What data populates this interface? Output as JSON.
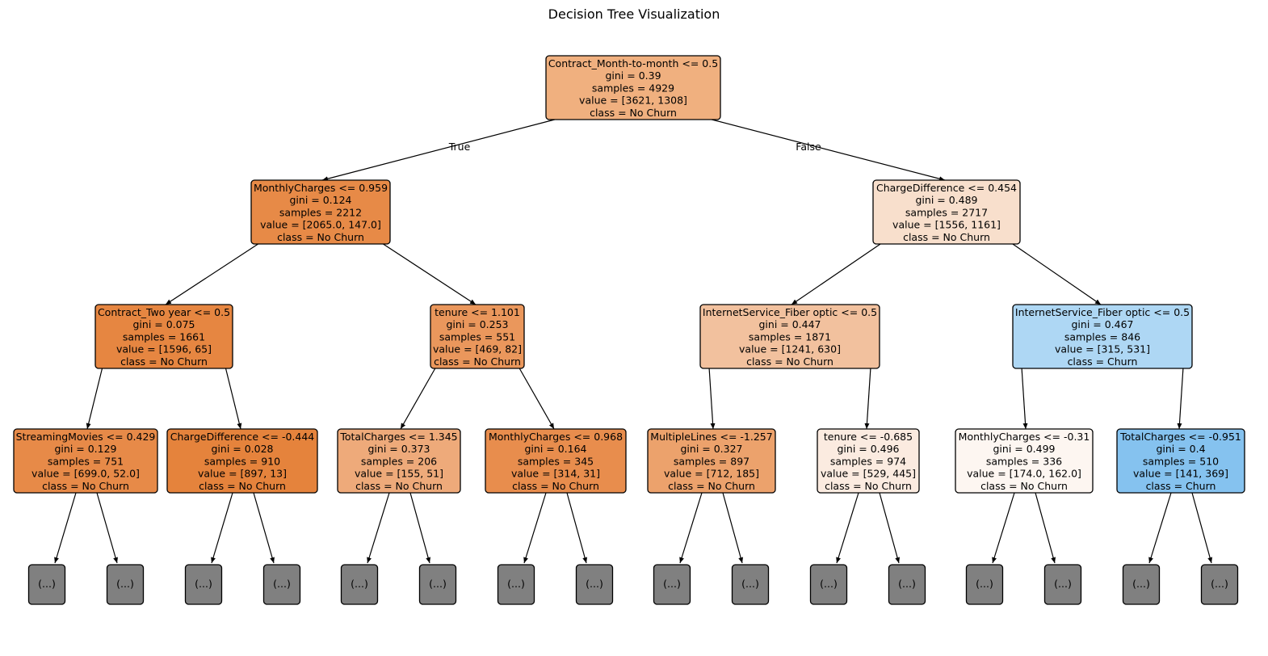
{
  "title": "Decision Tree Visualization",
  "colors": {
    "edge": "#000000",
    "truncated": "#808080",
    "no_churn_strong": "#e58139",
    "churn_strong": "#399de5"
  },
  "edge_labels": {
    "left": "True",
    "right": "False"
  },
  "truncated_label": "(...)",
  "nodes": [
    {
      "id": "n0",
      "lines": [
        "Contract_Month-to-month <= 0.5",
        "gini = 0.39",
        "samples = 4929",
        "value = [3621, 1308]",
        "class = No Churn"
      ],
      "fill": "#f0b07f"
    },
    {
      "id": "n1",
      "lines": [
        "MonthlyCharges <= 0.959",
        "gini = 0.124",
        "samples = 2212",
        "value = [2065.0, 147.0]",
        "class = No Churn"
      ],
      "fill": "#e78a47"
    },
    {
      "id": "n2",
      "lines": [
        "ChargeDifference <= 0.454",
        "gini = 0.489",
        "samples = 2717",
        "value = [1556, 1161]",
        "class = No Churn"
      ],
      "fill": "#f8dfcc"
    },
    {
      "id": "n3",
      "lines": [
        "Contract_Two year <= 0.5",
        "gini = 0.075",
        "samples = 1661",
        "value = [1596, 65]",
        "class = No Churn"
      ],
      "fill": "#e68641"
    },
    {
      "id": "n4",
      "lines": [
        "tenure <= 1.101",
        "gini = 0.253",
        "samples = 551",
        "value = [469, 82]",
        "class = No Churn"
      ],
      "fill": "#ea975c"
    },
    {
      "id": "n5",
      "lines": [
        "InternetService_Fiber optic <= 0.5",
        "gini = 0.447",
        "samples = 1871",
        "value = [1241, 630]",
        "class = No Churn"
      ],
      "fill": "#f2c19e"
    },
    {
      "id": "n6",
      "lines": [
        "InternetService_Fiber optic <= 0.5",
        "gini = 0.467",
        "samples = 846",
        "value = [315, 531]",
        "class = Churn"
      ],
      "fill": "#aed7f4"
    },
    {
      "id": "n7",
      "lines": [
        "StreamingMovies <= 0.429",
        "gini = 0.129",
        "samples = 751",
        "value = [699.0, 52.0]",
        "class = No Churn"
      ],
      "fill": "#e78a48"
    },
    {
      "id": "n8",
      "lines": [
        "ChargeDifference <= -0.444",
        "gini = 0.028",
        "samples = 910",
        "value = [897, 13]",
        "class = No Churn"
      ],
      "fill": "#e5833c"
    },
    {
      "id": "n9",
      "lines": [
        "TotalCharges <= 1.345",
        "gini = 0.373",
        "samples = 206",
        "value = [155, 51]",
        "class = No Churn"
      ],
      "fill": "#eeaa7a"
    },
    {
      "id": "n10",
      "lines": [
        "MonthlyCharges <= 0.968",
        "gini = 0.164",
        "samples = 345",
        "value = [314, 31]",
        "class = No Churn"
      ],
      "fill": "#e88d4d"
    },
    {
      "id": "n11",
      "lines": [
        "MultipleLines <= -1.257",
        "gini = 0.327",
        "samples = 897",
        "value = [712, 185]",
        "class = No Churn"
      ],
      "fill": "#eca26c"
    },
    {
      "id": "n12",
      "lines": [
        "tenure <= -0.685",
        "gini = 0.496",
        "samples = 974",
        "value = [529, 445]",
        "class = No Churn"
      ],
      "fill": "#fbebe0"
    },
    {
      "id": "n13",
      "lines": [
        "MonthlyCharges <= -0.31",
        "gini = 0.499",
        "samples = 336",
        "value = [174.0, 162.0]",
        "class = No Churn"
      ],
      "fill": "#fdf6f1"
    },
    {
      "id": "n14",
      "lines": [
        "TotalCharges <= -0.951",
        "gini = 0.4",
        "samples = 510",
        "value = [141, 369]",
        "class = Churn"
      ],
      "fill": "#85c2ef"
    }
  ]
}
